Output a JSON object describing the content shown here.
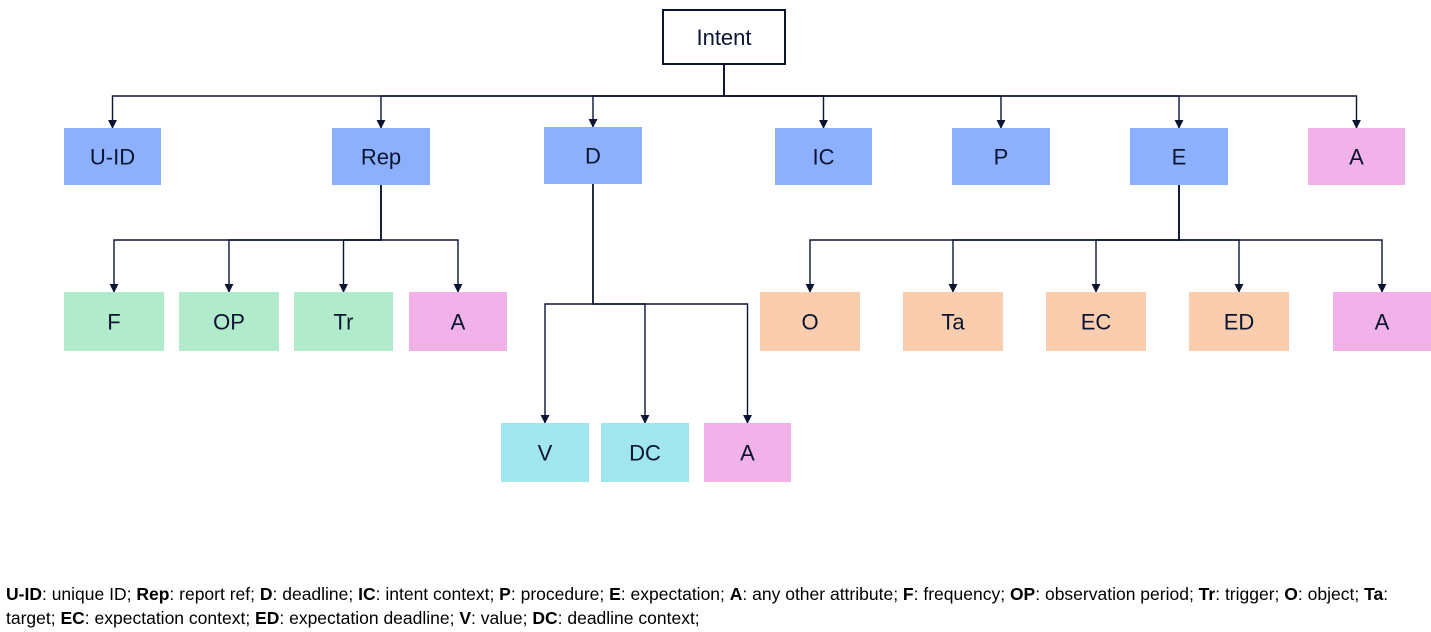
{
  "colors": {
    "root_fill": "#ffffff",
    "root_border": "#0b1533",
    "blue": "#8cb0fb",
    "pink": "#f0b2e9",
    "green": "#b2ebcb",
    "peach": "#f9cdad",
    "cyan": "#a0e6ec",
    "edge": "#0b1533"
  },
  "nodes": {
    "root": {
      "label": "Intent",
      "color": "root"
    },
    "uid": {
      "label": "U-ID",
      "color": "blue"
    },
    "rep": {
      "label": "Rep",
      "color": "blue"
    },
    "d": {
      "label": "D",
      "color": "blue"
    },
    "ic": {
      "label": "IC",
      "color": "blue"
    },
    "p": {
      "label": "P",
      "color": "blue"
    },
    "e": {
      "label": "E",
      "color": "blue"
    },
    "a_top": {
      "label": "A",
      "color": "pink"
    },
    "f": {
      "label": "F",
      "color": "green"
    },
    "op": {
      "label": "OP",
      "color": "green"
    },
    "tr": {
      "label": "Tr",
      "color": "green"
    },
    "a_rep": {
      "label": "A",
      "color": "pink"
    },
    "v": {
      "label": "V",
      "color": "cyan"
    },
    "dc": {
      "label": "DC",
      "color": "cyan"
    },
    "a_d": {
      "label": "A",
      "color": "pink"
    },
    "o": {
      "label": "O",
      "color": "peach"
    },
    "ta": {
      "label": "Ta",
      "color": "peach"
    },
    "ec": {
      "label": "EC",
      "color": "peach"
    },
    "ed": {
      "label": "ED",
      "color": "peach"
    },
    "a_e": {
      "label": "A",
      "color": "pink"
    }
  },
  "edges": [
    [
      "root",
      "uid"
    ],
    [
      "root",
      "rep"
    ],
    [
      "root",
      "d"
    ],
    [
      "root",
      "ic"
    ],
    [
      "root",
      "p"
    ],
    [
      "root",
      "e"
    ],
    [
      "root",
      "a_top"
    ],
    [
      "rep",
      "f"
    ],
    [
      "rep",
      "op"
    ],
    [
      "rep",
      "tr"
    ],
    [
      "rep",
      "a_rep"
    ],
    [
      "d",
      "v"
    ],
    [
      "d",
      "dc"
    ],
    [
      "d",
      "a_d"
    ],
    [
      "e",
      "o"
    ],
    [
      "e",
      "ta"
    ],
    [
      "e",
      "ec"
    ],
    [
      "e",
      "ed"
    ],
    [
      "e",
      "a_e"
    ]
  ],
  "legend": [
    {
      "abbr": "U-ID",
      "text": ": unique ID; "
    },
    {
      "abbr": "Rep",
      "text": ": report ref; "
    },
    {
      "abbr": "D",
      "text": ": deadline; "
    },
    {
      "abbr": "IC",
      "text": ": intent context; "
    },
    {
      "abbr": "P",
      "text": ": procedure; "
    },
    {
      "abbr": "E",
      "text": ": expectation; "
    },
    {
      "abbr": "A",
      "text": ": any other attribute; "
    },
    {
      "abbr": "F",
      "text": ": frequency; "
    },
    {
      "abbr": "OP",
      "text": ": observation period; "
    },
    {
      "abbr": "Tr",
      "text": ": trigger; "
    },
    {
      "abbr": "O",
      "text": ": object; "
    },
    {
      "abbr": "Ta",
      "text": ": target; "
    },
    {
      "abbr": "EC",
      "text": ": expectation context; "
    },
    {
      "abbr": "ED",
      "text": ": expectation deadline; "
    },
    {
      "abbr": "V",
      "text": ": value; "
    },
    {
      "abbr": "DC",
      "text": ": deadline context;"
    }
  ]
}
